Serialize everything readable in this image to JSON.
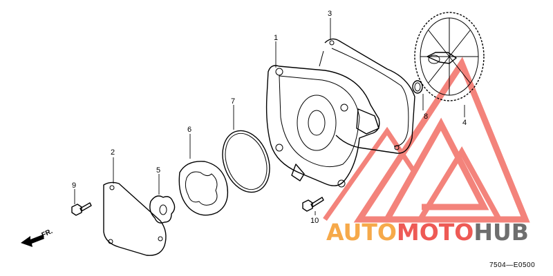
{
  "callouts": [
    {
      "id": "1",
      "label": "1"
    },
    {
      "id": "2",
      "label": "2"
    },
    {
      "id": "3",
      "label": "3"
    },
    {
      "id": "4",
      "label": "4"
    },
    {
      "id": "5",
      "label": "5"
    },
    {
      "id": "6",
      "label": "6"
    },
    {
      "id": "7",
      "label": "7"
    },
    {
      "id": "8",
      "label": "8"
    },
    {
      "id": "9",
      "label": "9"
    },
    {
      "id": "10",
      "label": "10"
    }
  ],
  "direction_label": "FR.",
  "diagram_code": "7504—E0500",
  "watermark": {
    "part1": "AUTO",
    "part2": "MOTO",
    "part3": "HUB",
    "color_orange": "#f6a94a",
    "color_red": "#ee5a55",
    "color_gray": "#6e6e6e",
    "logo_color": "#f05a50"
  }
}
